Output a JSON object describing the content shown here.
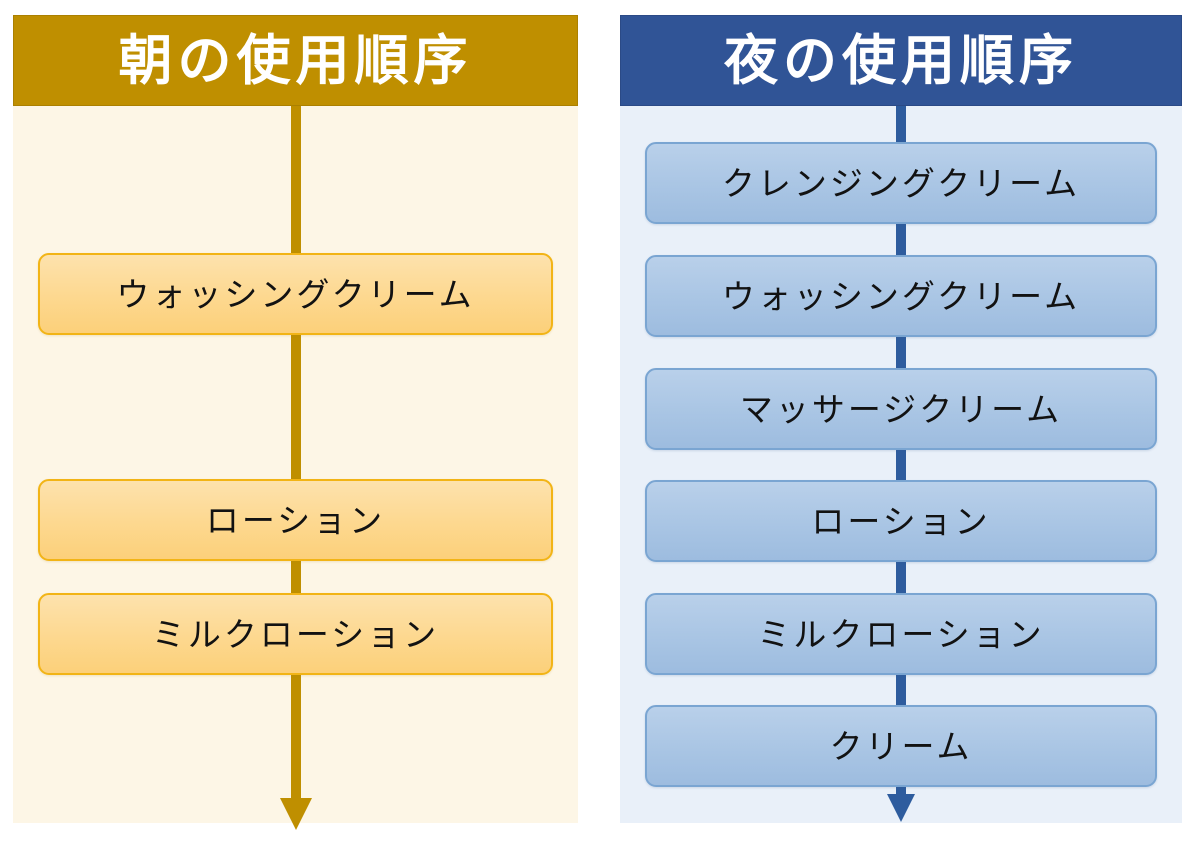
{
  "figure": {
    "type": "flowchart",
    "orientation": "two-column-vertical-sequence",
    "panels": [
      {
        "id": "morning",
        "title": "朝の使用順序",
        "header_color": "#BF8F00",
        "panel_background": "#FDF6E6",
        "box_fill_top": "#FDE2AD",
        "box_fill_bottom": "#FCD07A",
        "box_border": "#F2B416",
        "arrow_color": "#BF8F00",
        "text_color": "#121212",
        "header_text_color": "#FFFFFF",
        "steps": [
          {
            "order": 1,
            "label": "ウォッシングクリーム"
          },
          {
            "order": 2,
            "label": "ローション"
          },
          {
            "order": 3,
            "label": "ミルクローション"
          }
        ]
      },
      {
        "id": "night",
        "title": "夜の使用順序",
        "header_color": "#305496",
        "panel_background": "#E9F0F9",
        "box_fill_top": "#B9D0EA",
        "box_fill_bottom": "#9DBCDF",
        "box_border": "#7AA5D2",
        "arrow_color": "#2E5C9E",
        "text_color": "#121212",
        "header_text_color": "#FFFFFF",
        "steps": [
          {
            "order": 1,
            "label": "クレンジングクリーム"
          },
          {
            "order": 2,
            "label": "ウォッシングクリーム"
          },
          {
            "order": 3,
            "label": "マッサージクリーム"
          },
          {
            "order": 4,
            "label": "ローション"
          },
          {
            "order": 5,
            "label": "ミルクローション"
          },
          {
            "order": 6,
            "label": "クリーム"
          }
        ]
      }
    ]
  }
}
